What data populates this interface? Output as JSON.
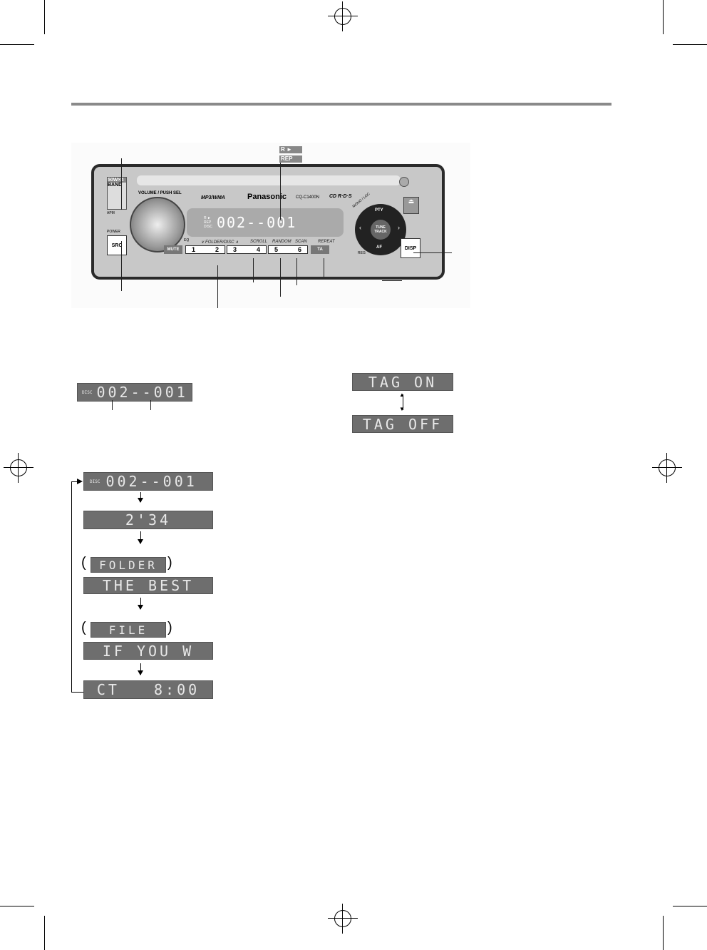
{
  "stereo": {
    "brand": "Panasonic",
    "model": "CQ-C1400N",
    "format_logo": "MP3/WMA",
    "rds_logo": "CD R·D·S",
    "power_badge": "50W×4",
    "volume_label": "VOLUME / PUSH SEL",
    "eq_label": "EQ",
    "power_label": "POWER",
    "band_label": "BAND",
    "apm_label": "APM",
    "src_label": "SRC",
    "mono_loc_label": "MONO / LOC",
    "reg_label": "REG",
    "disp_label": "DISP",
    "pty_label": "PTY",
    "af_label": "AF",
    "tune_track_label": "TUNE TRACK",
    "mute_label": "MUTE",
    "ta_label": "TA",
    "folder_disc_label": "∨ FOLDER/DISC ∧",
    "scroll_label": "SCROLL",
    "random_label": "RANDOM",
    "scan_label": "SCAN",
    "repeat_label": "REPEAT",
    "presets": [
      "1",
      "2",
      "3",
      "4",
      "5",
      "6"
    ],
    "display_indicators": [
      "R ►",
      "REP",
      "DISC"
    ],
    "display_text": "002--001",
    "callout_indicators": [
      "R ►",
      "REP"
    ]
  },
  "disc_display": {
    "label": "DISC",
    "text": "002--001"
  },
  "tag_toggle": {
    "on": "TAG ON",
    "off": "TAG OFF"
  },
  "display_cycle": {
    "steps": [
      {
        "label": "DISC",
        "text": "002--001"
      },
      {
        "text": "2'34"
      },
      {
        "heading": "FOLDER",
        "text": "THE BEST"
      },
      {
        "heading": "FILE",
        "text": "IF YOU W"
      },
      {
        "text": "CT   8:00"
      }
    ]
  }
}
